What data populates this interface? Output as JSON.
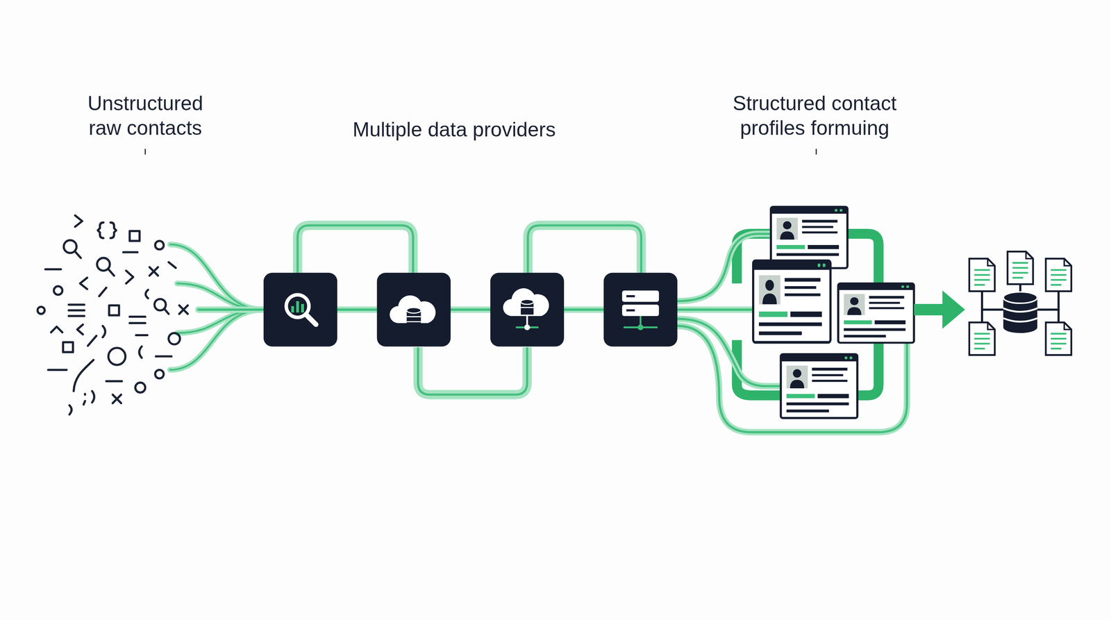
{
  "diagram": {
    "labels": [
      "Unstructured raw contacts",
      "Multiple data providers",
      "Structured contact profiles formuing"
    ]
  }
}
